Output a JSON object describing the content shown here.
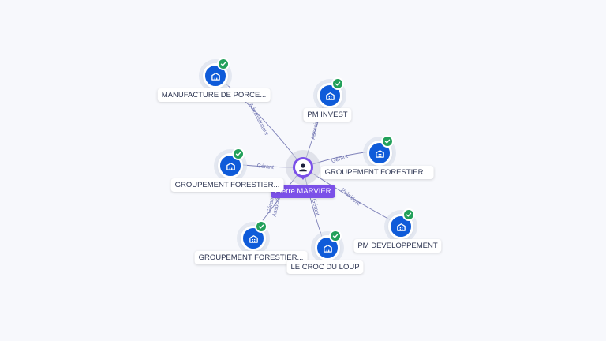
{
  "center": {
    "name": "Pierre MARVIER",
    "icon": "person-icon",
    "color": "#7b50e8"
  },
  "nodes": [
    {
      "id": "manufacture",
      "name": "MANUFACTURE DE PORCE...",
      "relation": "Administrateur",
      "verified": true,
      "icon": "building-icon"
    },
    {
      "id": "pm-invest",
      "name": "PM INVEST",
      "relation": "Associé",
      "verified": true,
      "icon": "building-icon"
    },
    {
      "id": "groupement-right",
      "name": "GROUPEMENT FORESTIER...",
      "relation": "Gérant",
      "verified": true,
      "icon": "building-icon"
    },
    {
      "id": "groupement-left",
      "name": "GROUPEMENT FORESTIER...",
      "relation": "Gérant",
      "verified": true,
      "icon": "building-icon"
    },
    {
      "id": "pm-developpement",
      "name": "PM DEVELOPPEMENT",
      "relation": "Président",
      "verified": true,
      "icon": "building-icon"
    },
    {
      "id": "groupement-bottom",
      "name": "GROUPEMENT FORESTIER...",
      "relation": "Gérant",
      "relation2": "Associé",
      "verified": true,
      "icon": "building-icon"
    },
    {
      "id": "croc-du-loup",
      "name": "LE CROC DU LOUP",
      "relation": "Gérant",
      "verified": true,
      "icon": "building-icon"
    }
  ],
  "colors": {
    "company": "#0f5bd9",
    "verified": "#22a05a",
    "edge": "#7d80b8",
    "label": "#6a6fae"
  }
}
